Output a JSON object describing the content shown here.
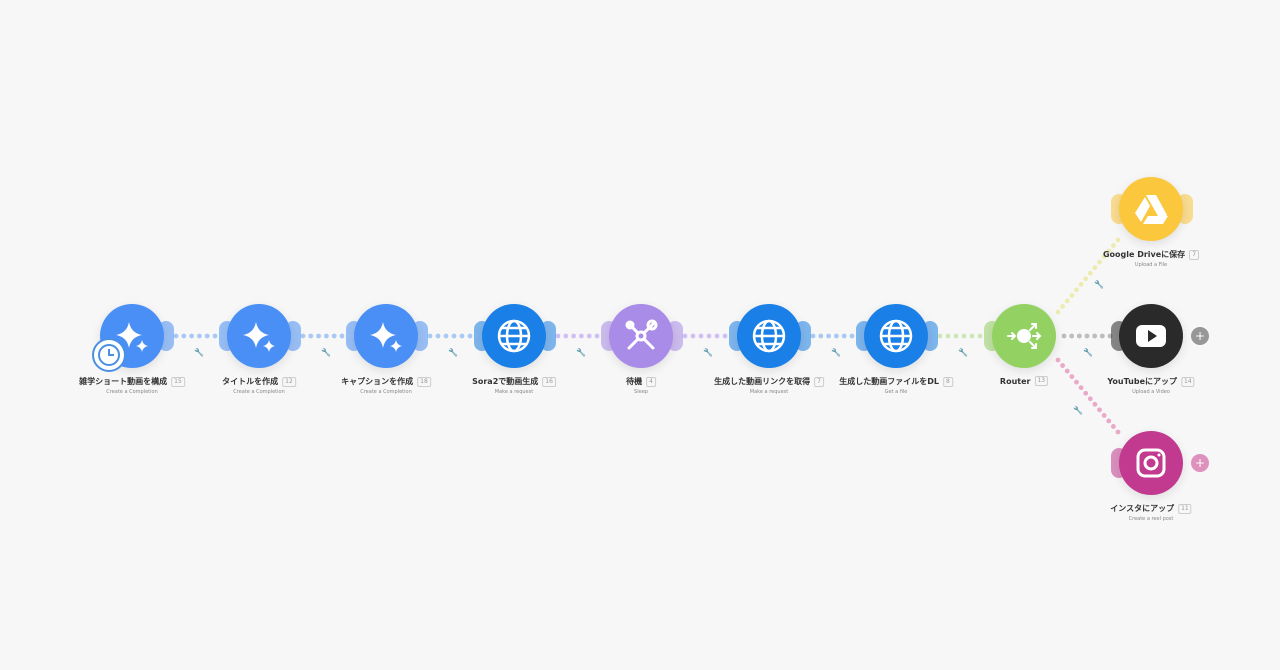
{
  "modules": [
    {
      "title": "雑学ショート動画を構成",
      "num": "15",
      "sub": "Create a Completion",
      "icon": "sparkle-icon",
      "color": "#4a8ff5"
    },
    {
      "title": "タイトルを作成",
      "num": "12",
      "sub": "Create a Completion",
      "icon": "sparkle-icon",
      "color": "#4a8ff5"
    },
    {
      "title": "キャプションを作成",
      "num": "18",
      "sub": "Create a Completion",
      "icon": "sparkle-icon",
      "color": "#4a8ff5"
    },
    {
      "title": "Sora2で動画生成",
      "num": "16",
      "sub": "Make a request",
      "icon": "globe-icon",
      "color": "#1a7fe6"
    },
    {
      "title": "待機",
      "num": "4",
      "sub": "Sleep",
      "icon": "tools-icon",
      "color": "#a98be8"
    },
    {
      "title": "生成した動画リンクを取得",
      "num": "7",
      "sub": "Make a request",
      "icon": "globe-icon",
      "color": "#1a7fe6"
    },
    {
      "title": "生成した動画ファイルをDL",
      "num": "8",
      "sub": "Get a file",
      "icon": "globe-icon",
      "color": "#1a7fe6"
    },
    {
      "title": "Router",
      "num": "13",
      "sub": "",
      "icon": "router-icon",
      "color": "#94d163"
    }
  ],
  "branches": [
    {
      "title": "Google Driveに保存",
      "num": "7",
      "sub": "Upload a File",
      "icon": "google-drive-icon",
      "color": "#fbc73d"
    },
    {
      "title": "YouTubeにアップ",
      "num": "14",
      "sub": "Upload a Video",
      "icon": "youtube-icon",
      "color": "#2a2a2a"
    },
    {
      "title": "インスタにアップ",
      "num": "11",
      "sub": "Create a reel post",
      "icon": "instagram-icon",
      "color": "#c23a8f"
    }
  ],
  "colors": {
    "link_blue": "#a9c9f5",
    "link_purple": "#d0bff3",
    "link_green": "#cfe7b6",
    "link_yellow": "#ecebb0",
    "link_gray": "#bdbdbd",
    "link_pink": "#e9a9c7"
  }
}
